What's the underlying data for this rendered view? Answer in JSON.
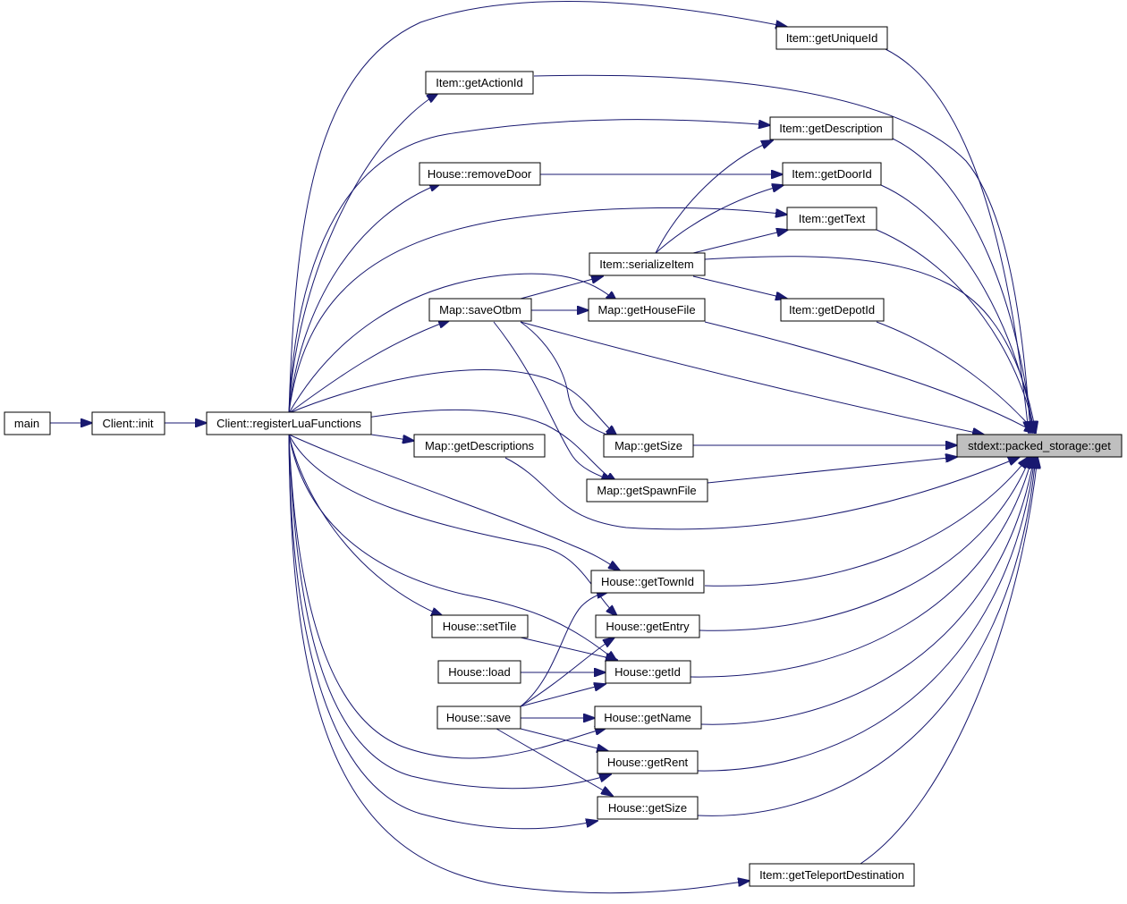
{
  "diagram": {
    "colors": {
      "edge": "#191970",
      "root_fill": "#bfbfbf",
      "node_fill": "#ffffff",
      "node_stroke": "#000000"
    },
    "nodes": {
      "main": "main",
      "client_init": "Client::init",
      "client_register": "Client::registerLuaFunctions",
      "item_getUniqueId": "Item::getUniqueId",
      "item_getActionId": "Item::getActionId",
      "item_getDescription": "Item::getDescription",
      "house_removeDoor": "House::removeDoor",
      "item_getDoorId": "Item::getDoorId",
      "item_getText": "Item::getText",
      "item_serializeItem": "Item::serializeItem",
      "map_saveOtbm": "Map::saveOtbm",
      "map_getHouseFile": "Map::getHouseFile",
      "item_getDepotId": "Item::getDepotId",
      "map_getDescriptions": "Map::getDescriptions",
      "map_getSize": "Map::getSize",
      "map_getSpawnFile": "Map::getSpawnFile",
      "root": "stdext::packed_storage::get",
      "house_getTownId": "House::getTownId",
      "house_setTile": "House::setTile",
      "house_getEntry": "House::getEntry",
      "house_load": "House::load",
      "house_getId": "House::getId",
      "house_save": "House::save",
      "house_getName": "House::getName",
      "house_getRent": "House::getRent",
      "house_getSize": "House::getSize",
      "item_getTeleportDestination": "Item::getTeleportDestination"
    }
  }
}
